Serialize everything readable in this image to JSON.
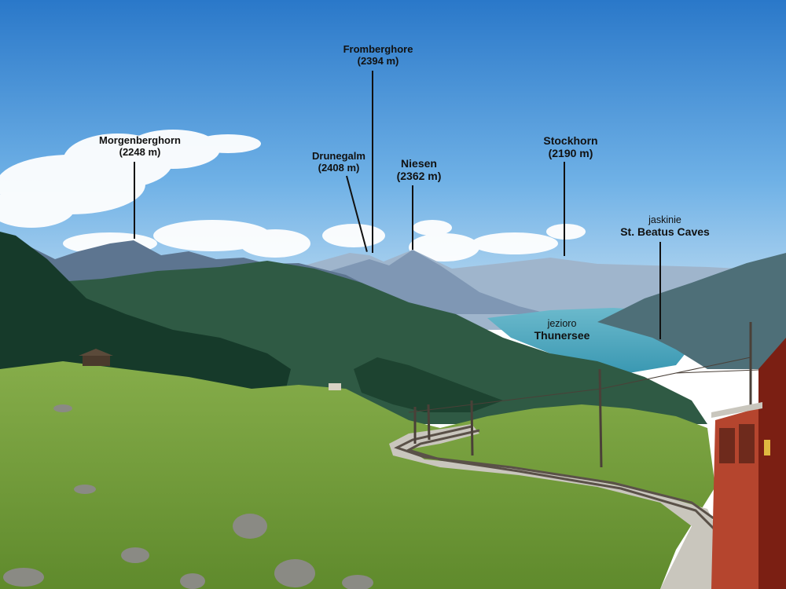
{
  "labels": {
    "morgenberghorn": {
      "name": "Morgenberghorn",
      "elev": "(2248 m)"
    },
    "fromberghore": {
      "name": "Fromberghore",
      "elev": "(2394 m)"
    },
    "drunegalm": {
      "name": "Drunegalm",
      "elev": "(2408 m)"
    },
    "niesen": {
      "name": "Niesen",
      "elev": "(2362 m)"
    },
    "stockhorn": {
      "name": "Stockhorn",
      "elev": "(2190 m)"
    },
    "beatus": {
      "pre": "jaskinie",
      "name": "St. Beatus Caves"
    },
    "thunersee": {
      "pre": "jezioro",
      "name": "Thunersee"
    }
  },
  "colors": {
    "sky_top": "#2d7fd0",
    "sky_bottom": "#b9daf2",
    "lake": "#4aa7bd",
    "meadow": "#7fa63f",
    "forest": "#163a2a",
    "train": "#b5452e"
  }
}
